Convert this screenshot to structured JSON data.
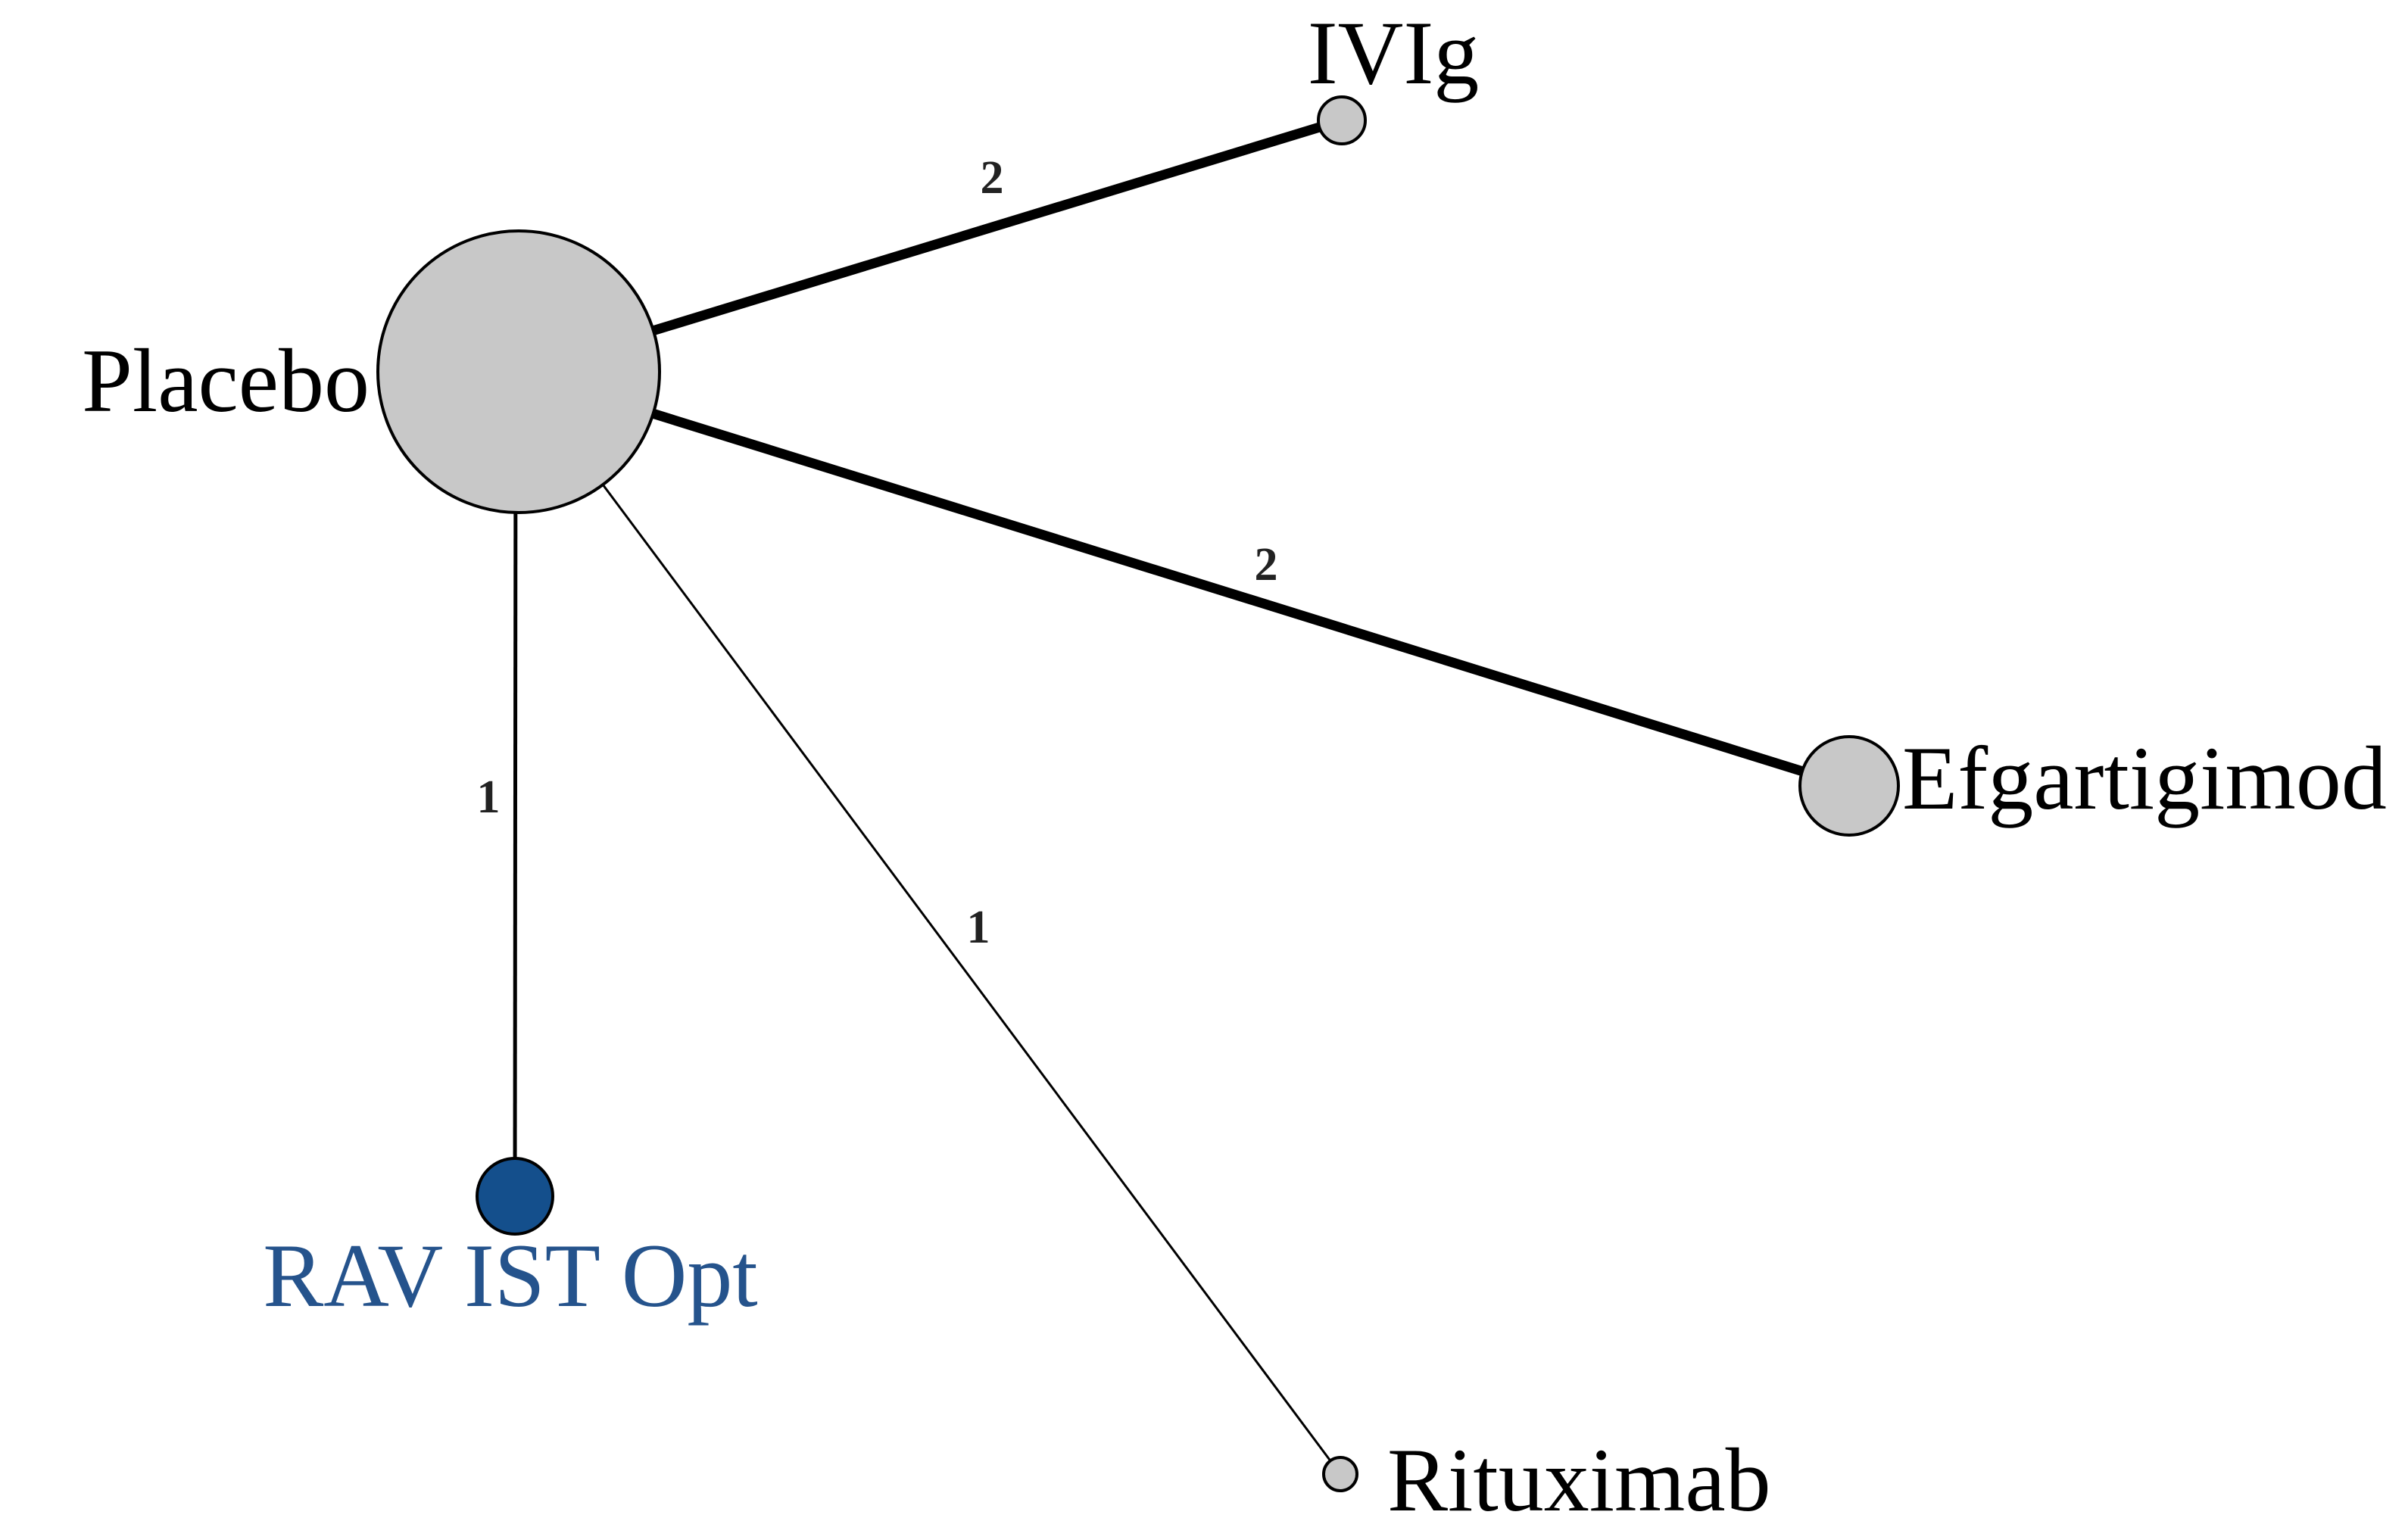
{
  "figure": {
    "type": "network-meta-analysis-plot",
    "background": "#ffffff"
  },
  "colors": {
    "edge": "#000000",
    "edge_label": "#222222",
    "node_outline": "#000000",
    "node_gray": "#c8c8c8",
    "node_blue": "#144f8c",
    "label_black": "#000000",
    "label_blue": "#25538c"
  },
  "nodes": [
    {
      "id": "placebo",
      "label": "Placebo",
      "fill": "#c8c8c8",
      "outline": "#000000",
      "label_color": "#000000",
      "size": "large"
    },
    {
      "id": "ivig",
      "label": "IVIg",
      "fill": "#c8c8c8",
      "outline": "#000000",
      "label_color": "#000000",
      "size": "small"
    },
    {
      "id": "efgartigimod",
      "label": "Efgartigimod",
      "fill": "#c8c8c8",
      "outline": "#000000",
      "label_color": "#000000",
      "size": "medium"
    },
    {
      "id": "rav_ist_opt",
      "label": "RAV IST Opt",
      "fill": "#144f8c",
      "outline": "#000000",
      "label_color": "#25538c",
      "size": "medium"
    },
    {
      "id": "rituximab",
      "label": "Rituximab",
      "fill": "#c8c8c8",
      "outline": "#000000",
      "label_color": "#000000",
      "size": "small"
    }
  ],
  "edges": [
    {
      "from": "Placebo",
      "to": "IVIg",
      "studies": "2",
      "weight": "thick"
    },
    {
      "from": "Placebo",
      "to": "Efgartigimod",
      "studies": "2",
      "weight": "thick"
    },
    {
      "from": "Placebo",
      "to": "RAV IST Opt",
      "studies": "1",
      "weight": "thin"
    },
    {
      "from": "Placebo",
      "to": "Rituximab",
      "studies": "1",
      "weight": "thin"
    }
  ]
}
